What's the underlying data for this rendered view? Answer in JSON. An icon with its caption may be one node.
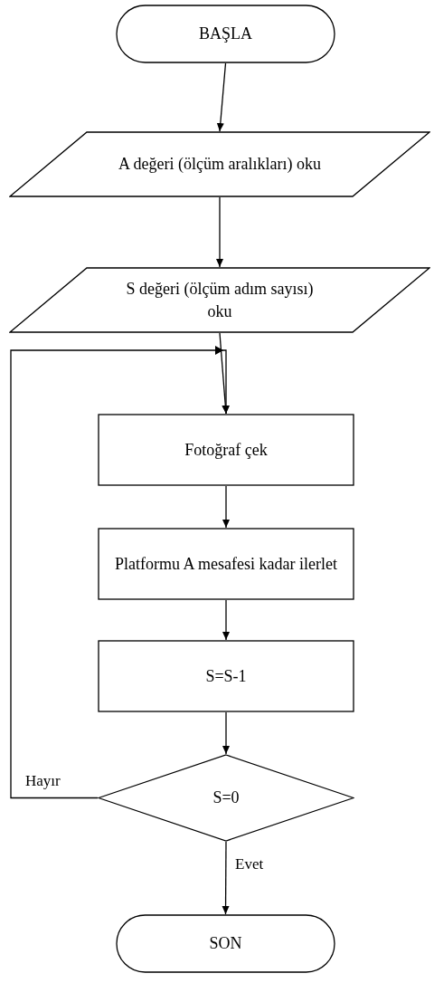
{
  "diagram": {
    "nodes": [
      {
        "text": [
          "BAŞLA"
        ]
      },
      {
        "text": [
          "A değeri (ölçüm aralıkları) oku"
        ]
      },
      {
        "text": [
          "S değeri (ölçüm adım sayısı) oku"
        ]
      },
      {
        "text": [
          "Fotoğraf çek"
        ]
      },
      {
        "text": [
          "Platformu A mesafesi kadar ilerlet"
        ]
      },
      {
        "text": [
          "S=S-1"
        ]
      },
      {
        "text": [
          "S=0"
        ]
      },
      {
        "text": [
          "SON"
        ]
      }
    ],
    "edges": [
      {
        "from": 0,
        "to": 1,
        "arrow": "to"
      },
      {
        "from": 1,
        "to": 2,
        "arrow": "to"
      },
      {
        "from": 2,
        "to": 3,
        "arrow": "to"
      },
      {
        "from": 3,
        "to": 4,
        "arrow": "to"
      },
      {
        "from": 4,
        "to": 5,
        "arrow": "to"
      },
      {
        "from": 5,
        "to": 6,
        "arrow": "to"
      },
      {
        "from": 6,
        "to": 3,
        "label": "Hayır",
        "arrow": "to"
      },
      {
        "from": 6,
        "to": 7,
        "label": "Evet",
        "arrow": "to"
      }
    ]
  }
}
